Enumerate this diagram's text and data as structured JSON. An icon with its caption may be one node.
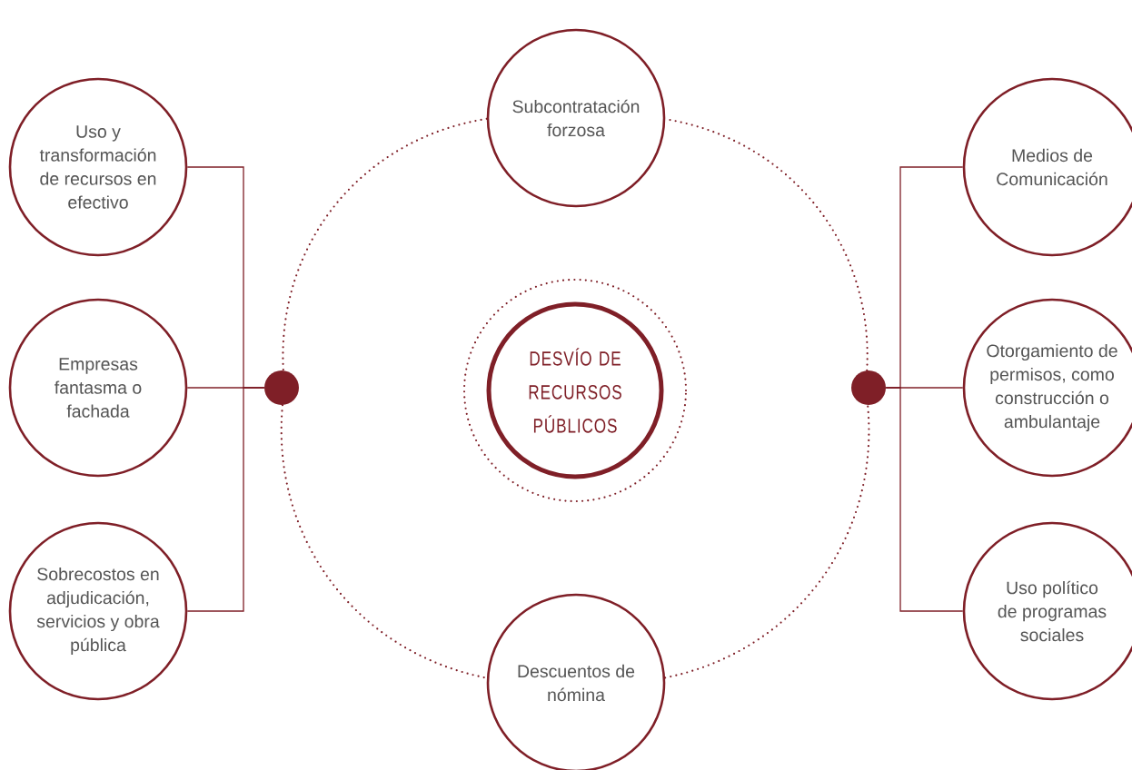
{
  "diagram": {
    "nodes": [
      {
        "text": [
          "Subcontratación forzosa"
        ]
      },
      {
        "text": [
          "Uso y transformación de recursos en efectivo"
        ]
      },
      {
        "text": [
          "Medios de Comunicación"
        ]
      },
      {
        "text": [
          "Empresas fantasma o fachada"
        ]
      },
      {
        "text": [],
        "shape": "circle"
      },
      {
        "text": [
          "DESVÍO DE RECURSOS PÚBLICOS"
        ]
      },
      {
        "text": [],
        "shape": "circle"
      },
      {
        "text": [
          "Otorgamiento de permisos, como construcción o ambulantaje"
        ]
      },
      {
        "text": [
          "Sobrecostos en adjudicación, servicios y obra pública"
        ]
      },
      {
        "text": [
          "Uso político de programas sociales"
        ]
      },
      {
        "text": [
          "Descuentos de nómina"
        ]
      }
    ],
    "edges": [
      {
        "from": 0,
        "to": 4,
        "arrow": "none",
        "style": "dashed"
      },
      {
        "from": 4,
        "to": 10,
        "arrow": "none",
        "style": "dashed"
      },
      {
        "from": 10,
        "to": 6,
        "arrow": "none",
        "style": "dashed"
      },
      {
        "from": 6,
        "to": 0,
        "arrow": "none",
        "style": "dashed"
      },
      {
        "from": 4,
        "to": 1,
        "arrow": "none"
      },
      {
        "from": 4,
        "to": 3,
        "arrow": "none"
      },
      {
        "from": 4,
        "to": 8,
        "arrow": "none"
      },
      {
        "from": 6,
        "to": 2,
        "arrow": "none"
      },
      {
        "from": 6,
        "to": 7,
        "arrow": "none"
      },
      {
        "from": 6,
        "to": 9,
        "arrow": "none"
      }
    ]
  }
}
